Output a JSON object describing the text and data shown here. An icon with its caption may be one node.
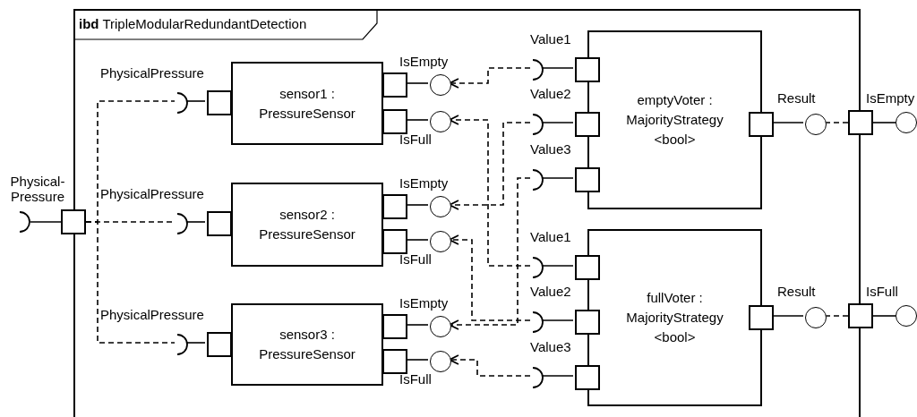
{
  "diagram": {
    "nodes": [
      {
        "text": [
          "**ibd** TripleModularRedundantDetection"
        ]
      },
      {
        "text": [
          "sensor1 : PressureSensor"
        ],
        "in": 0
      },
      {
        "text": [
          "sensor2 : PressureSensor"
        ],
        "in": 0
      },
      {
        "text": [
          "sensor3 : PressureSensor"
        ],
        "in": 0
      },
      {
        "text": [
          "emptyVoter : MajorityStrategy <bool>"
        ],
        "in": 0
      },
      {
        "text": [
          "fullVoter : MajorityStrategy <bool>"
        ],
        "in": 0
      },
      {
        "text": [],
        "shape": "semicircle",
        "beside": [
          "PhysicalPressure"
        ],
        "in": 0
      },
      {
        "text": [],
        "shape": "box",
        "in": 0
      },
      {
        "text": [],
        "shape": "box",
        "in": 0
      },
      {
        "text": [],
        "shape": "circle",
        "beside": [
          "IsEmpty"
        ],
        "in": 0
      },
      {
        "text": [],
        "shape": "box",
        "in": 0
      },
      {
        "text": [],
        "shape": "circle",
        "beside": [
          "IsFull"
        ],
        "in": 0
      },
      {
        "text": [],
        "shape": "semicircle",
        "beside": [
          "PhysicalPressure"
        ],
        "in": 0
      },
      {
        "text": [],
        "shape": "box",
        "in": 0
      },
      {
        "text": [],
        "shape": "box",
        "in": 0
      },
      {
        "text": [],
        "shape": "circle",
        "beside": [
          "IsEmpty"
        ],
        "in": 0
      },
      {
        "text": [],
        "shape": "box",
        "in": 0
      },
      {
        "text": [],
        "shape": "circle",
        "beside": [
          "IsFull"
        ],
        "in": 0
      },
      {
        "text": [],
        "shape": "semicircle",
        "beside": [
          "PhysicalPressure"
        ],
        "in": 0
      },
      {
        "text": [],
        "shape": "box",
        "in": 0
      },
      {
        "text": [],
        "shape": "box",
        "in": 0
      },
      {
        "text": [],
        "shape": "circle",
        "beside": [
          "IsEmpty"
        ],
        "in": 0
      },
      {
        "text": [],
        "shape": "box",
        "in": 0
      },
      {
        "text": [],
        "shape": "circle",
        "beside": [
          "IsFull"
        ],
        "in": 0
      },
      {
        "text": [],
        "shape": "semicircle",
        "beside": [
          "Value1"
        ],
        "in": 0
      },
      {
        "text": [],
        "shape": "box",
        "in": 0
      },
      {
        "text": [],
        "shape": "semicircle",
        "beside": [
          "Value2"
        ],
        "in": 0
      },
      {
        "text": [],
        "shape": "box",
        "in": 0
      },
      {
        "text": [],
        "shape": "semicircle",
        "beside": [
          "Value3"
        ],
        "in": 0
      },
      {
        "text": [],
        "shape": "box",
        "in": 0
      },
      {
        "text": [],
        "shape": "box",
        "in": 0
      },
      {
        "text": [],
        "shape": "circle",
        "beside": [
          "Result"
        ],
        "in": 0
      },
      {
        "text": [],
        "shape": "semicircle",
        "beside": [
          "Value1"
        ],
        "in": 0
      },
      {
        "text": [],
        "shape": "box",
        "in": 0
      },
      {
        "text": [],
        "shape": "semicircle",
        "beside": [
          "Value2"
        ],
        "in": 0
      },
      {
        "text": [],
        "shape": "box",
        "in": 0
      },
      {
        "text": [],
        "shape": "semicircle",
        "beside": [
          "Value3"
        ],
        "in": 0
      },
      {
        "text": [],
        "shape": "box",
        "in": 0
      },
      {
        "text": [],
        "shape": "box",
        "in": 0
      },
      {
        "text": [],
        "shape": "circle",
        "beside": [
          "Result"
        ],
        "in": 0
      },
      {
        "text": [],
        "shape": "semicircle",
        "beside": [
          "Physical- Pressure"
        ]
      },
      {
        "text": [],
        "shape": "box"
      },
      {
        "text": [],
        "shape": "box"
      },
      {
        "text": [],
        "shape": "circle",
        "beside": [
          "IsEmpty"
        ]
      },
      {
        "text": [],
        "shape": "box"
      },
      {
        "text": [],
        "shape": "circle",
        "beside": [
          "IsFull"
        ]
      }
    ],
    "edges": [
      {
        "from": 6,
        "to": 7,
        "arrow": "none"
      },
      {
        "from": 8,
        "to": 9,
        "arrow": "none"
      },
      {
        "from": 10,
        "to": 11,
        "arrow": "none"
      },
      {
        "from": 12,
        "to": 13,
        "arrow": "none"
      },
      {
        "from": 14,
        "to": 15,
        "arrow": "none"
      },
      {
        "from": 16,
        "to": 17,
        "arrow": "none"
      },
      {
        "from": 18,
        "to": 19,
        "arrow": "none"
      },
      {
        "from": 20,
        "to": 21,
        "arrow": "none"
      },
      {
        "from": 22,
        "to": 23,
        "arrow": "none"
      },
      {
        "from": 24,
        "to": 25,
        "arrow": "none"
      },
      {
        "from": 26,
        "to": 27,
        "arrow": "none"
      },
      {
        "from": 28,
        "to": 29,
        "arrow": "none"
      },
      {
        "from": 30,
        "to": 31,
        "arrow": "none"
      },
      {
        "from": 32,
        "to": 33,
        "arrow": "none"
      },
      {
        "from": 34,
        "to": 35,
        "arrow": "none"
      },
      {
        "from": 36,
        "to": 37,
        "arrow": "none"
      },
      {
        "from": 38,
        "to": 39,
        "arrow": "none"
      },
      {
        "from": 40,
        "to": 41,
        "arrow": "none"
      },
      {
        "from": 42,
        "to": 43,
        "arrow": "none"
      },
      {
        "from": 44,
        "to": 45,
        "arrow": "none"
      },
      {
        "from": 41,
        "to": 6,
        "arrow": "none",
        "style": "dashed"
      },
      {
        "from": 41,
        "to": 12,
        "arrow": "none",
        "style": "dashed"
      },
      {
        "from": 41,
        "to": 18,
        "arrow": "none",
        "style": "dashed"
      },
      {
        "from": 24,
        "to": 9,
        "arrow": "to",
        "style": "dashed"
      },
      {
        "from": 26,
        "to": 15,
        "arrow": "to",
        "style": "dashed"
      },
      {
        "from": 28,
        "to": 21,
        "arrow": "to",
        "style": "dashed"
      },
      {
        "from": 32,
        "to": 11,
        "arrow": "to",
        "style": "dashed"
      },
      {
        "from": 34,
        "to": 17,
        "arrow": "to",
        "style": "dashed"
      },
      {
        "from": 36,
        "to": 23,
        "arrow": "to",
        "style": "dashed"
      },
      {
        "from": 31,
        "to": 42,
        "arrow": "none",
        "style": "dashed"
      },
      {
        "from": 39,
        "to": 44,
        "arrow": "none",
        "style": "dashed"
      }
    ]
  }
}
